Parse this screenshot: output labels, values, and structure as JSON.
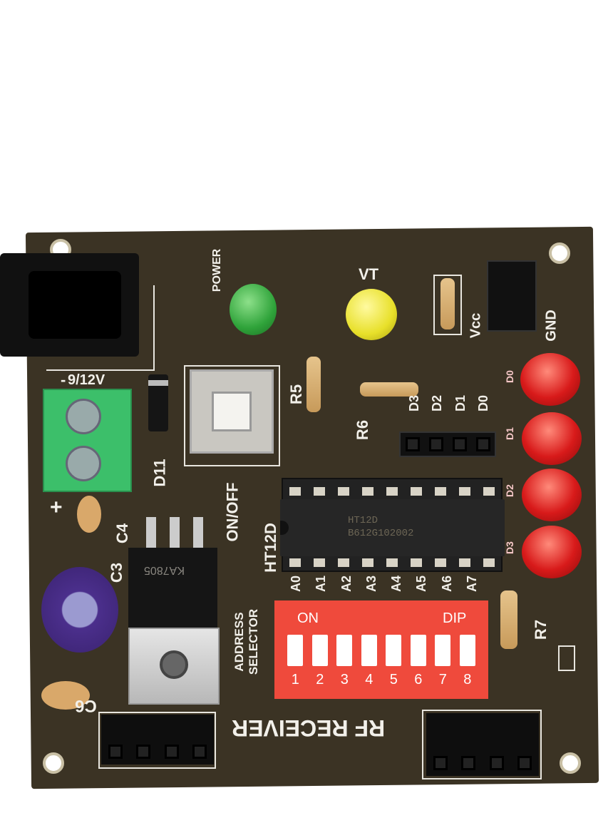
{
  "silkscreen": {
    "power": "POWER",
    "vt": "VT",
    "vcc": "Vcc",
    "gnd": "GND",
    "voltage": "9/12V",
    "d11": "D11",
    "r5": "R5",
    "r6": "R6",
    "r7": "R7",
    "c3": "C3",
    "c4": "C4",
    "c6": "C6",
    "onoff": "ON/OFF",
    "ht12d": "HT12D",
    "plus": "+",
    "minus": "-",
    "header_labels": [
      "D3",
      "D2",
      "D1",
      "D0"
    ],
    "led_labels": [
      "D0",
      "D1",
      "D2",
      "D3"
    ],
    "address_labels": [
      "A0",
      "A1",
      "A2",
      "A3",
      "A4",
      "A5",
      "A6",
      "A7"
    ],
    "address_selector": [
      "ADDRESS",
      "SELECTOR"
    ],
    "title": "RF RECEIVER"
  },
  "ic": {
    "name": "HT12D",
    "code": "B612G102002"
  },
  "regulator": {
    "name": "KA7805"
  },
  "dip_switch": {
    "on": "ON",
    "brand": "DIP",
    "numbers": [
      "1",
      "2",
      "3",
      "4",
      "5",
      "6",
      "7",
      "8"
    ],
    "color": "#ef4a3c"
  },
  "colors": {
    "board": "#3b3324",
    "power_led": "#2fa33a",
    "vt_led": "#e8e02a",
    "data_led": "#d81a1a",
    "terminal": "#3cbf6a"
  }
}
